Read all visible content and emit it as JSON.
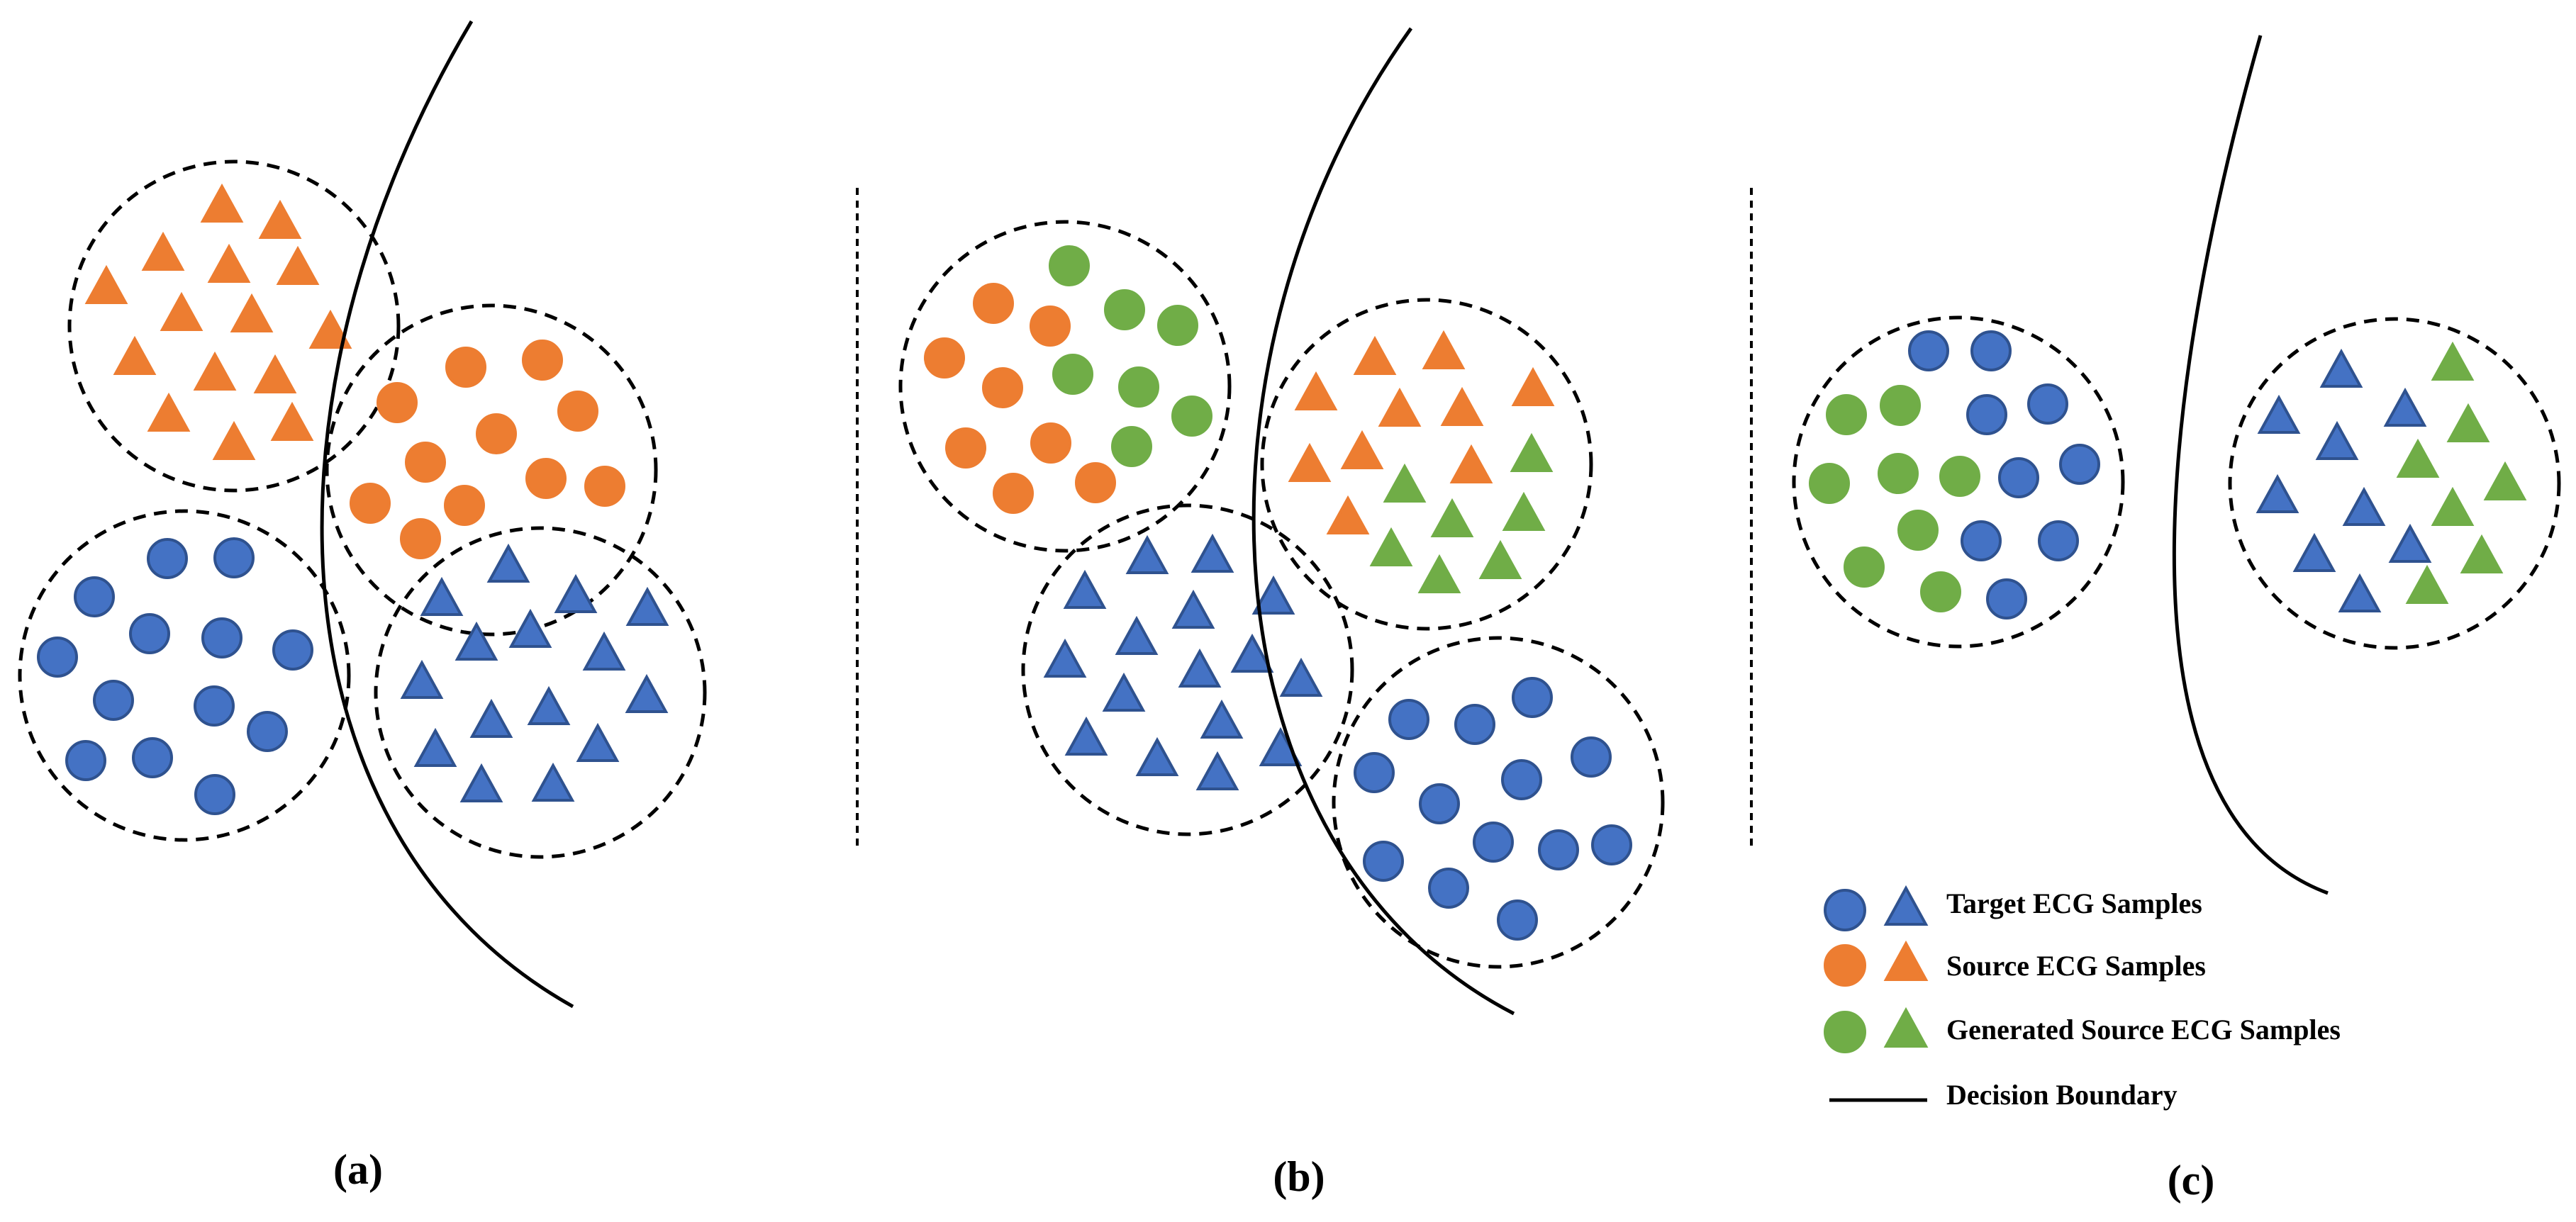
{
  "colors": {
    "target": "#4472C4",
    "target_stroke": "#2F528F",
    "source": "#ED7D31",
    "source_stroke": "#ED7D31",
    "generated": "#70AD47",
    "generated_stroke": "#70AD47",
    "boundary": "#000000"
  },
  "panels": [
    {
      "id": "a",
      "label": "(a)"
    },
    {
      "id": "b",
      "label": "(b)"
    },
    {
      "id": "c",
      "label": "(c)"
    }
  ],
  "legend": [
    {
      "kind": "target",
      "label": "Target ECG Samples"
    },
    {
      "kind": "source",
      "label": "Source ECG Samples"
    },
    {
      "kind": "generated",
      "label": "Generated Source ECG Samples"
    },
    {
      "kind": "boundary",
      "label": "Decision Boundary"
    }
  ]
}
